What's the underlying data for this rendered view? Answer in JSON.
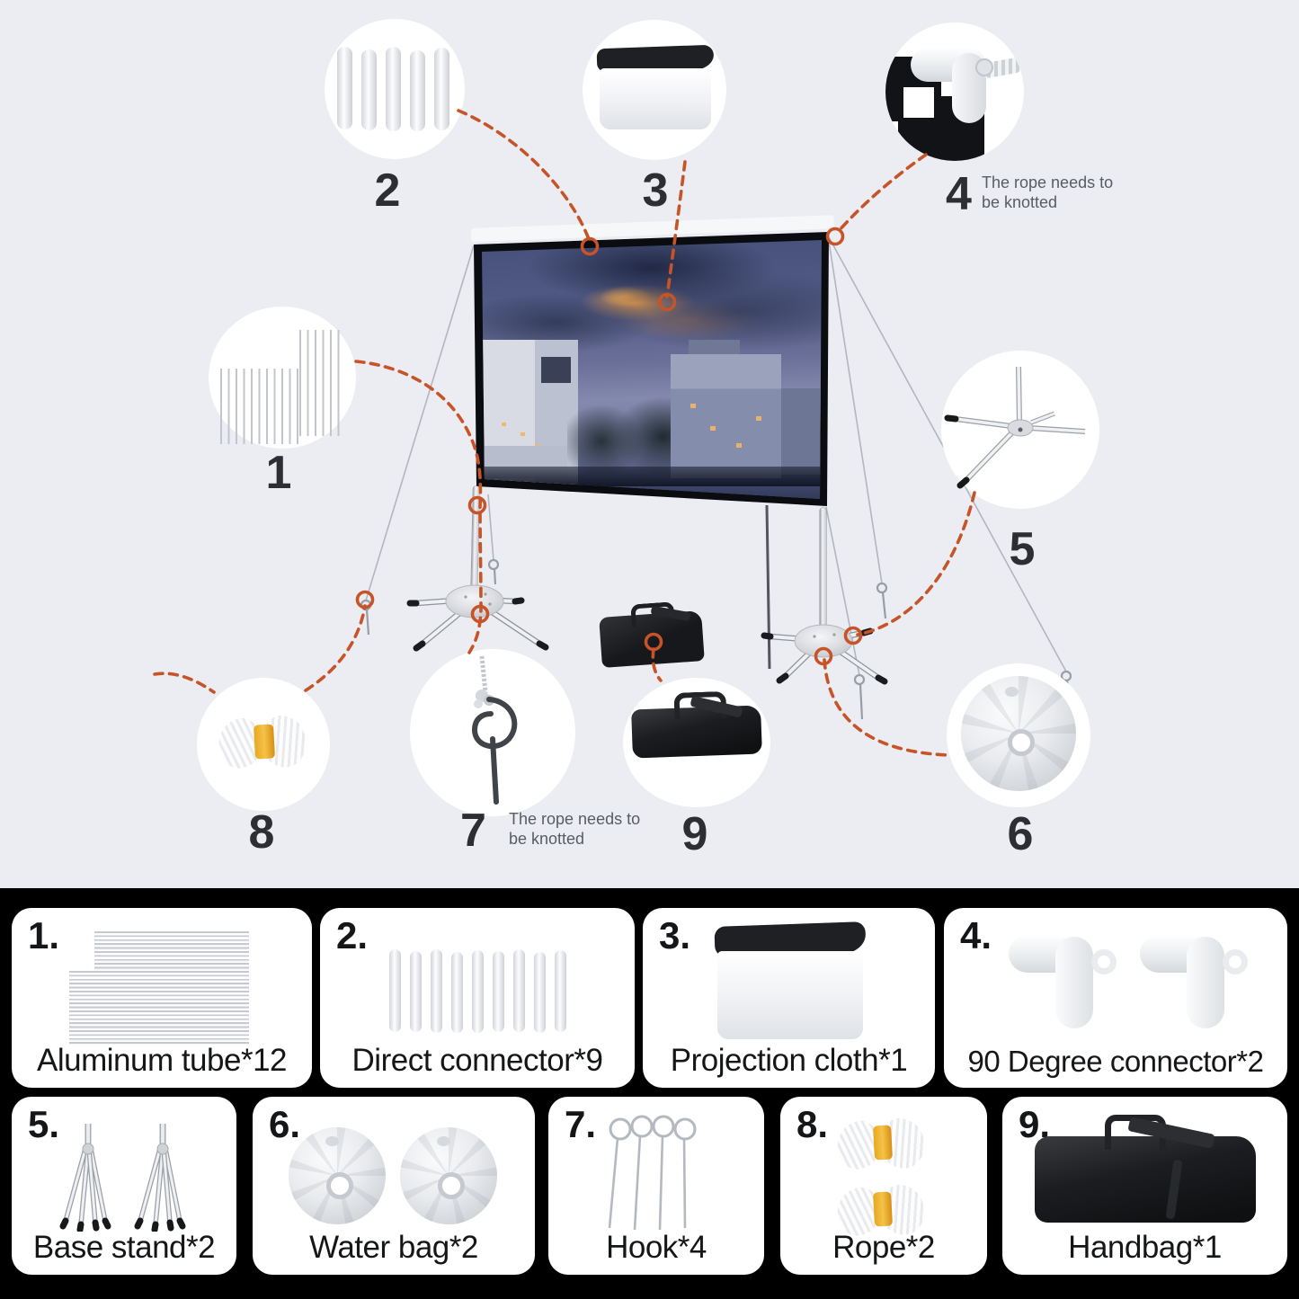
{
  "colors": {
    "accent_orange": "#c75329",
    "scene_bg": "#ebedf2",
    "panel_bg": "#000000",
    "card_bg": "#ffffff",
    "text_dark": "#151618",
    "note_gray": "#585c63"
  },
  "diagram": {
    "callouts": [
      {
        "label": "1",
        "note": ""
      },
      {
        "label": "2",
        "note": ""
      },
      {
        "label": "3",
        "note": ""
      },
      {
        "label": "4",
        "note": "The rope needs to be knotted"
      },
      {
        "label": "5",
        "note": ""
      },
      {
        "label": "6",
        "note": ""
      },
      {
        "label": "7",
        "note": "The rope needs to be knotted"
      },
      {
        "label": "8",
        "note": ""
      },
      {
        "label": "9",
        "note": ""
      }
    ]
  },
  "parts_list": {
    "items": [
      {
        "num": "1.",
        "name": "Aluminum tube*12"
      },
      {
        "num": "2.",
        "name": "Direct connector*9"
      },
      {
        "num": "3.",
        "name": "Projection cloth*1"
      },
      {
        "num": "4.",
        "name": "90 Degree connector*2"
      },
      {
        "num": "5.",
        "name": "Base stand*2"
      },
      {
        "num": "6.",
        "name": "Water bag*2"
      },
      {
        "num": "7.",
        "name": "Hook*4"
      },
      {
        "num": "8.",
        "name": "Rope*2"
      },
      {
        "num": "9.",
        "name": "Handbag*1"
      }
    ]
  }
}
